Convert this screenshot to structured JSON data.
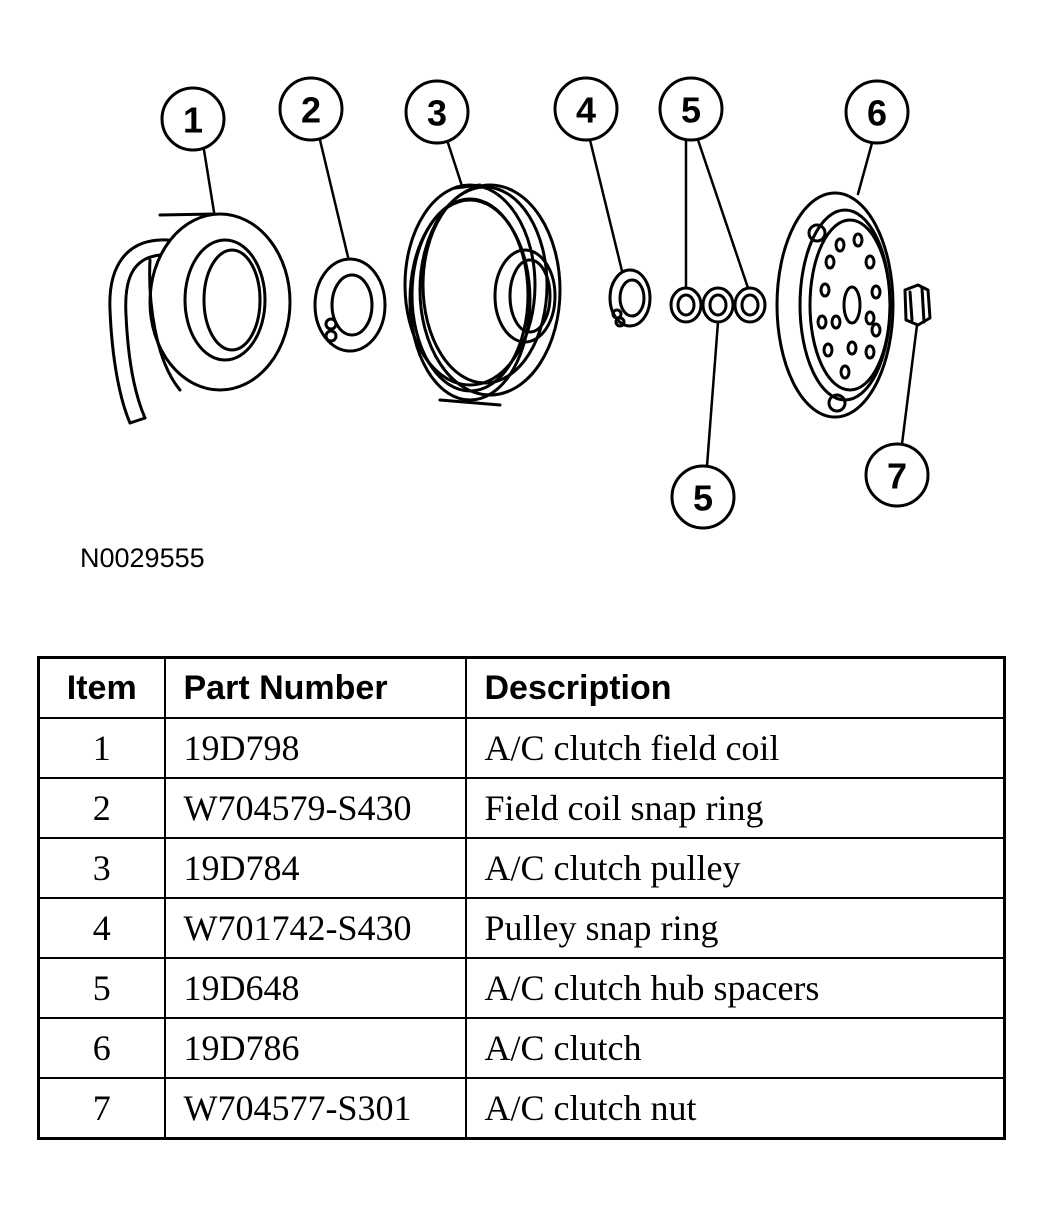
{
  "callouts": [
    "1",
    "2",
    "3",
    "4",
    "5",
    "5",
    "6",
    "7"
  ],
  "figure_id": "N0029555",
  "table": {
    "headers": {
      "item": "Item",
      "part_number": "Part Number",
      "description": "Description"
    },
    "rows": [
      {
        "item": "1",
        "part_number": "19D798",
        "description": "A/C clutch field coil"
      },
      {
        "item": "2",
        "part_number": "W704579-S430",
        "description": "Field coil snap ring"
      },
      {
        "item": "3",
        "part_number": "19D784",
        "description": "A/C clutch pulley"
      },
      {
        "item": "4",
        "part_number": "W701742-S430",
        "description": "Pulley snap ring"
      },
      {
        "item": "5",
        "part_number": "19D648",
        "description": "A/C clutch hub spacers"
      },
      {
        "item": "6",
        "part_number": "19D786",
        "description": "A/C clutch"
      },
      {
        "item": "7",
        "part_number": "W704577-S301",
        "description": "A/C clutch nut"
      }
    ]
  }
}
